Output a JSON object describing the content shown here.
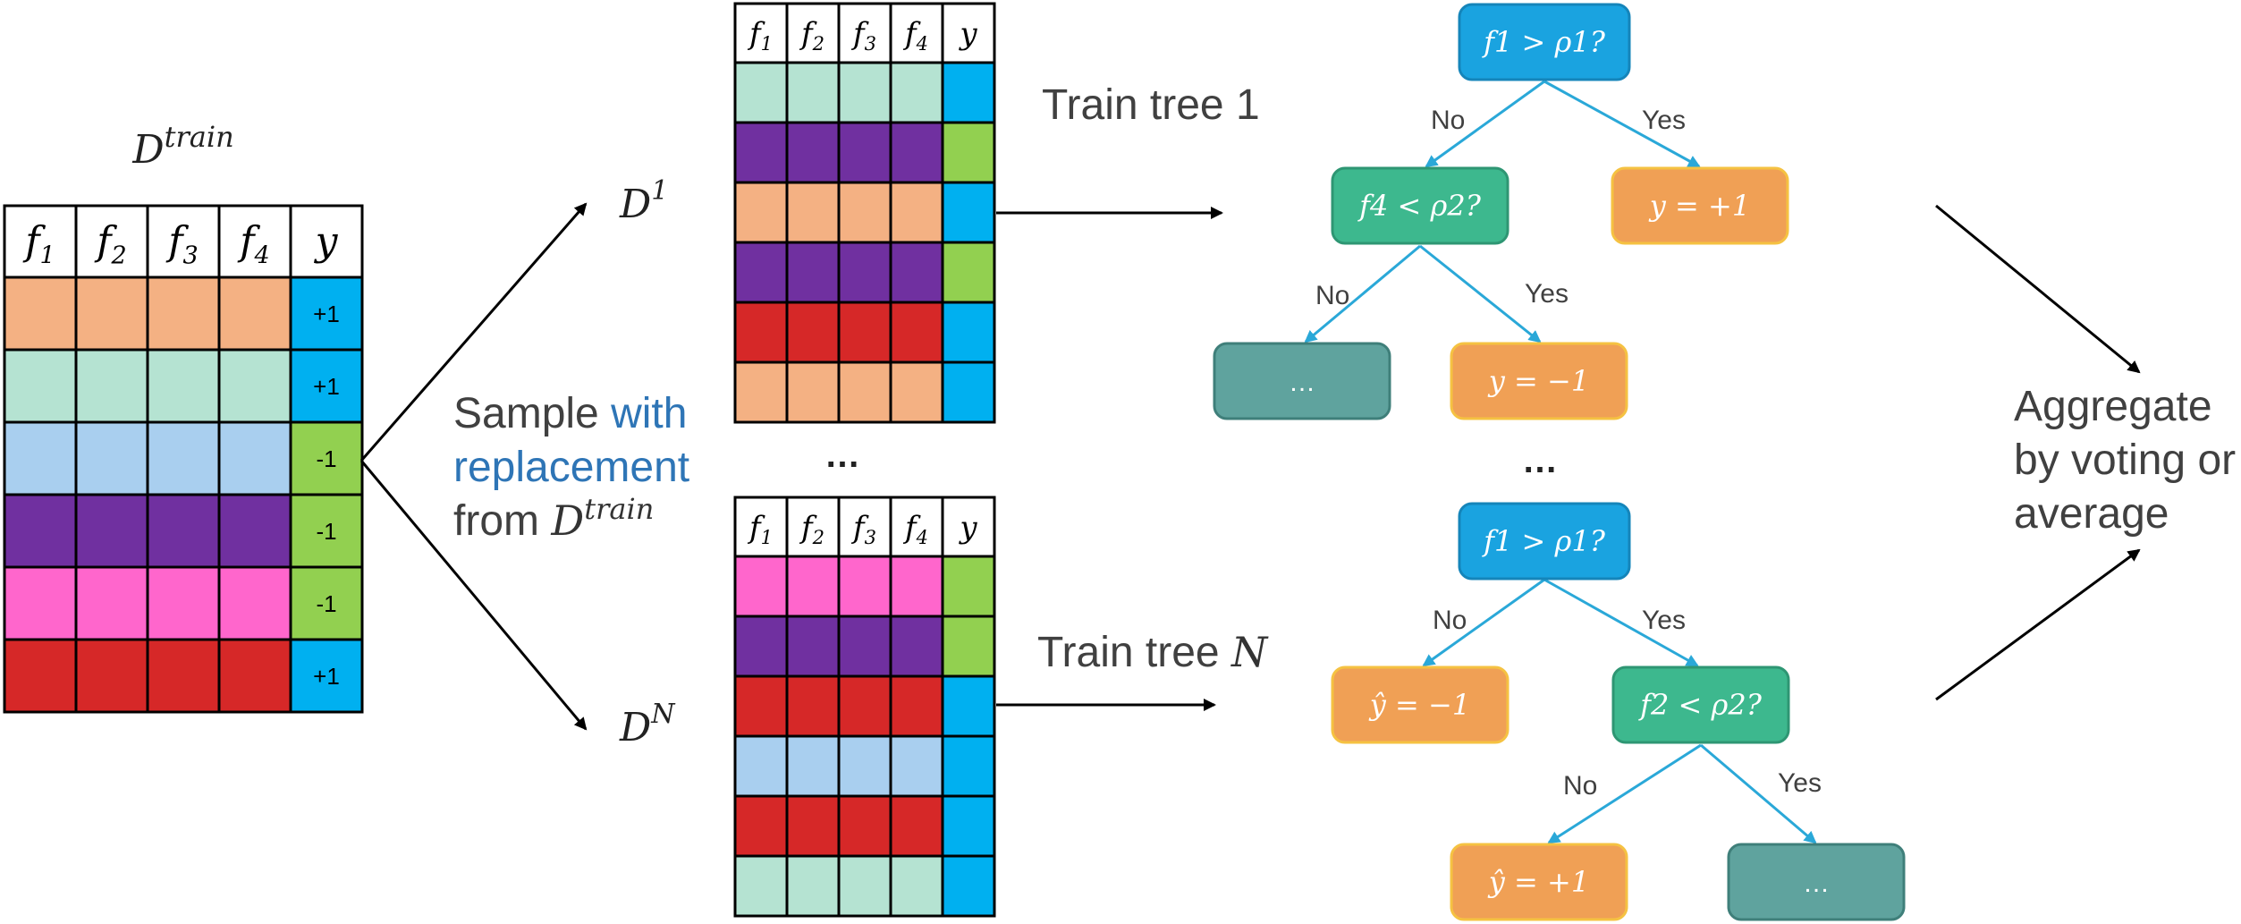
{
  "colors": {
    "peach": "#F4B183",
    "mint": "#B5E3D2",
    "lightblue": "#A9CFEF",
    "purple": "#7030A0",
    "pink": "#FF66CC",
    "red": "#D62828",
    "label_blue": "#00B0F0",
    "label_green": "#92D050",
    "node_blue": "#1AA3E0",
    "node_green": "#3DB88E",
    "node_orange": "#F0A055",
    "node_teal": "#5FA39E",
    "edge": "#2AA8D8",
    "accent_text": "#2E75B6"
  },
  "train_table": {
    "title": "D^train",
    "headers": [
      "f1",
      "f2",
      "f3",
      "f4",
      "y"
    ],
    "rows": [
      {
        "color": "peach",
        "label": "+1",
        "label_color": "label_blue"
      },
      {
        "color": "mint",
        "label": "+1",
        "label_color": "label_blue"
      },
      {
        "color": "lightblue",
        "label": "-1",
        "label_color": "label_green"
      },
      {
        "color": "purple",
        "label": "-1",
        "label_color": "label_green"
      },
      {
        "color": "pink",
        "label": "-1",
        "label_color": "label_green"
      },
      {
        "color": "red",
        "label": "+1",
        "label_color": "label_blue"
      }
    ]
  },
  "sample_text": {
    "line1_plain": "Sample ",
    "line1_accent": "with",
    "line2_accent": "replacement",
    "line3_plain": "from D",
    "line3_sup": "train"
  },
  "bootstrap_labels": {
    "d1": "D",
    "d1_sup": "1",
    "dn": "D",
    "dn_sup": "N"
  },
  "sample_table_1": {
    "headers": [
      "f1",
      "f2",
      "f3",
      "f4",
      "y"
    ],
    "rows": [
      {
        "color": "mint",
        "label_color": "label_blue"
      },
      {
        "color": "purple",
        "label_color": "label_green"
      },
      {
        "color": "peach",
        "label_color": "label_blue"
      },
      {
        "color": "purple",
        "label_color": "label_green"
      },
      {
        "color": "red",
        "label_color": "label_blue"
      },
      {
        "color": "peach",
        "label_color": "label_blue"
      }
    ]
  },
  "sample_table_n": {
    "headers": [
      "f1",
      "f2",
      "f3",
      "f4",
      "y"
    ],
    "rows": [
      {
        "color": "pink",
        "label_color": "label_green"
      },
      {
        "color": "purple",
        "label_color": "label_green"
      },
      {
        "color": "red",
        "label_color": "label_blue"
      },
      {
        "color": "lightblue",
        "label_color": "label_blue"
      },
      {
        "color": "red",
        "label_color": "label_blue"
      },
      {
        "color": "mint",
        "label_color": "label_blue"
      }
    ]
  },
  "ellipsis_tables": "…",
  "ellipsis_trees": "…",
  "train_tree_1": {
    "text": "Train tree ",
    "index": "1"
  },
  "train_tree_n": {
    "text": "Train tree ",
    "index": "N"
  },
  "tree_1": {
    "root": "f1 > ρ1?",
    "left": "f4 < ρ2?",
    "right": "y = +1",
    "left_left": "…",
    "left_right": "y = −1"
  },
  "tree_n": {
    "root": "f1 > ρ1?",
    "left": "ŷ = −1",
    "right": "f2 < ρ2?",
    "right_left": "ŷ = +1",
    "right_right": "…"
  },
  "edge_labels": {
    "no": "No",
    "yes": "Yes"
  },
  "aggregate": {
    "line1": "Aggregate",
    "line2": "by voting or",
    "line3": "average"
  }
}
